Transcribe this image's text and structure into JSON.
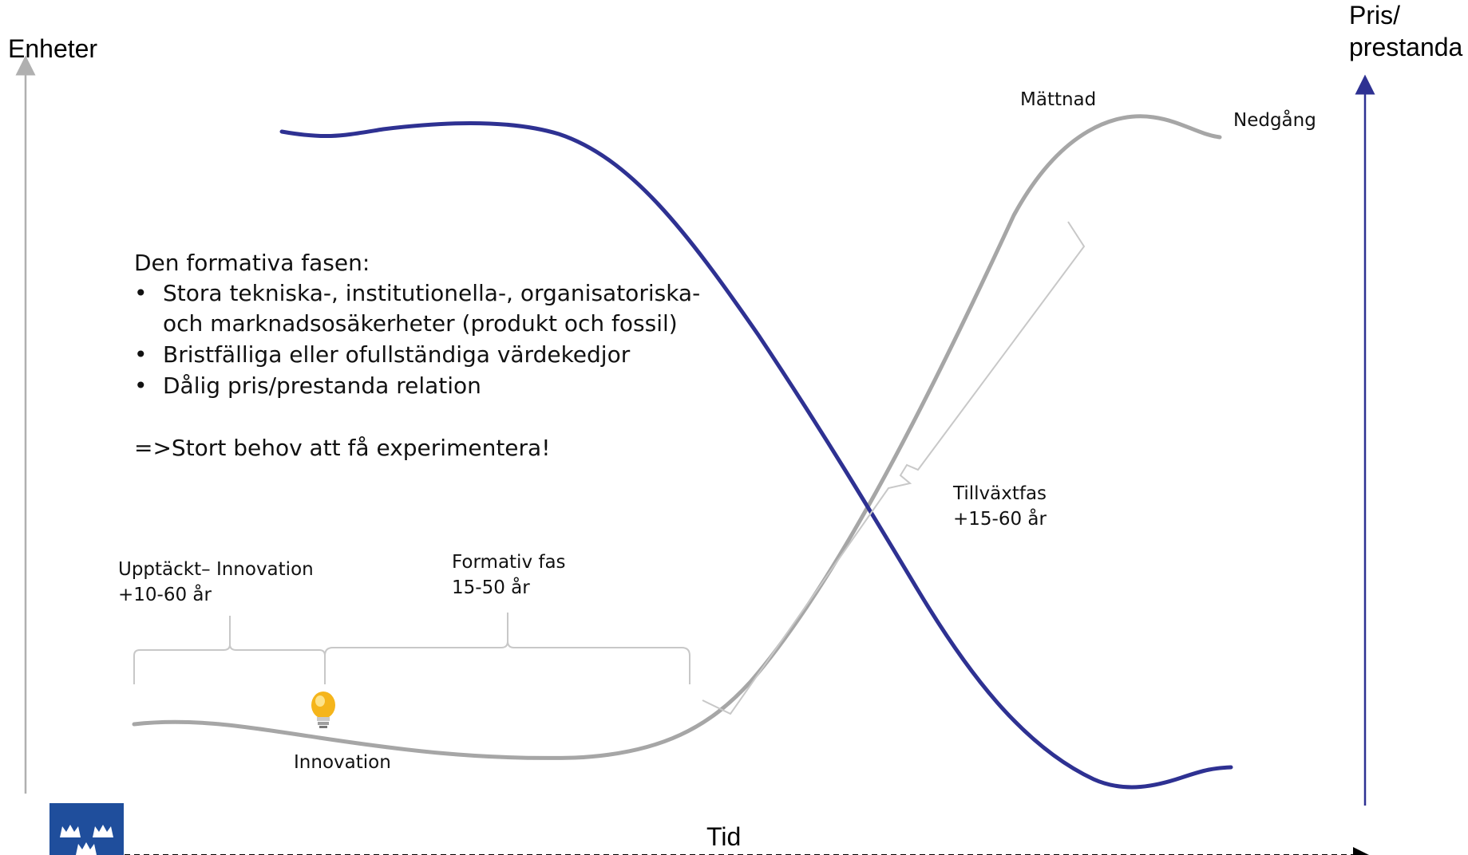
{
  "axes": {
    "left_label": "Enheter",
    "right_label_line1": "Pris/",
    "right_label_line2": "prestanda",
    "bottom_label": "Tid"
  },
  "curve_labels": {
    "saturation": "Mättnad",
    "decline": "Nedgång",
    "innovation": "Innovation"
  },
  "phases": {
    "discovery": {
      "title": "Upptäckt– Innovation",
      "duration": "+10-60 år"
    },
    "formative": {
      "title": "Formativ fas",
      "duration": "15-50 år"
    },
    "growth": {
      "title": "Tillväxtfas",
      "duration": "+15-60 år"
    }
  },
  "formative_box": {
    "heading": "Den formativa fasen:",
    "bullets": [
      {
        "line1": "Stora tekniska-, institutionella-, organisatoriska-",
        "line2": "och marknadsosäkerheter (produkt och fossil)"
      },
      {
        "line1": "Bristfälliga eller ofullständiga värdekedjor",
        "line2": ""
      },
      {
        "line1": "Dålig pris/prestanda relation",
        "line2": ""
      }
    ],
    "conclusion": "=>Stort behov att få experimentera!"
  },
  "colors": {
    "units_curve": "#a6a6a6",
    "price_curve": "#2e3192",
    "left_axis": "#b0b0b0",
    "right_axis": "#2e3192",
    "brace": "#c8c8c8",
    "logo_bg": "#1f4e9c",
    "bulb": "#f5b51b"
  },
  "icons": {
    "bulb": "lightbulb-icon",
    "logo": "three-crowns-logo"
  }
}
